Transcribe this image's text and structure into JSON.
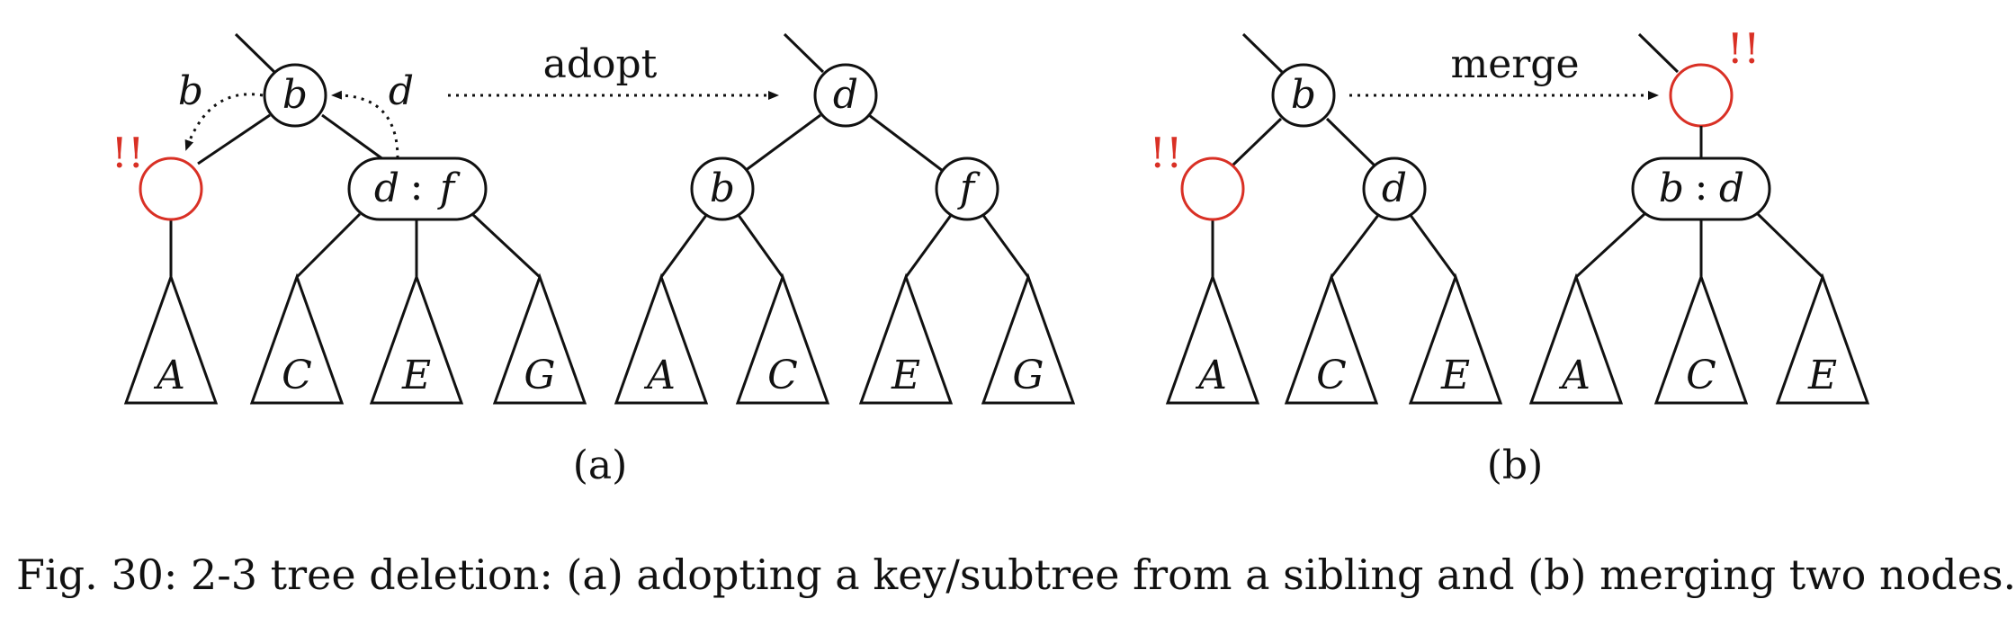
{
  "diagram": {
    "panel_a": {
      "operation_label": "adopt",
      "sublabel": "(a)",
      "before": {
        "parent": "b",
        "underfull_marker": "!!",
        "sibling_key_left": "d",
        "sibling_key_right": "f",
        "rotate_label_left": "b",
        "rotate_label_right": "d",
        "subtrees": [
          "A",
          "C",
          "E",
          "G"
        ]
      },
      "after": {
        "root": "d",
        "left": "b",
        "right": "f",
        "subtrees": [
          "A",
          "C",
          "E",
          "G"
        ]
      }
    },
    "panel_b": {
      "operation_label": "merge",
      "sublabel": "(b)",
      "before": {
        "parent": "b",
        "underfull_marker": "!!",
        "sibling": "d",
        "subtrees": [
          "A",
          "C",
          "E"
        ]
      },
      "after": {
        "underfull_marker": "!!",
        "merged_key_left": "b",
        "merged_key_right": "d",
        "subtrees": [
          "A",
          "C",
          "E"
        ]
      }
    }
  },
  "caption": "Fig. 30: 2-3 tree deletion: (a) adopting a key/subtree from a sibling and (b) merging two nodes."
}
